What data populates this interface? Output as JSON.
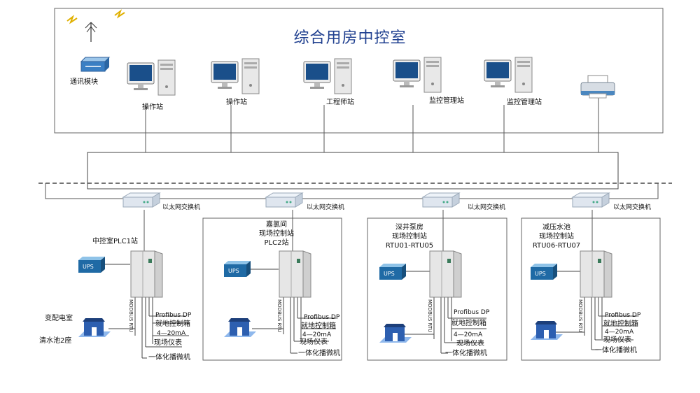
{
  "title": "综合用房中控室",
  "control_room": {
    "comm_module": "通讯模块",
    "workstations": [
      "操作站",
      "操作站",
      "工程师站",
      "监控管理站",
      "监控管理站"
    ]
  },
  "ethernet_switch_label": "以太网交换机",
  "stations": [
    {
      "name_lines": [
        "中控室PLC1站"
      ],
      "comm_label": "MODBUS RTU",
      "profibus": "Profibus DP",
      "local_box": "就地控制箱",
      "signal": "4—20mA",
      "field_instrument": "现场仪表",
      "broadcaster": "一体化播微机",
      "substation": "变配电室",
      "extra": "清水池2座"
    },
    {
      "name_lines": [
        "嘉氯间",
        "现场控制站",
        "PLC2站"
      ],
      "comm_label": "MODBUS RTU",
      "profibus": "Profibus DP",
      "local_box": "就地控制箱",
      "signal": "4—20mA",
      "field_instrument": "现场仪表",
      "broadcaster": "一体化播微机"
    },
    {
      "name_lines": [
        "深井泵房",
        "现场控制站",
        "RTU01-RTU05"
      ],
      "comm_label": "MODBUS RTU",
      "profibus": "Profibus DP",
      "local_box": "就地控制箱",
      "signal": "4—20mA",
      "field_instrument": "现场仪表",
      "broadcaster": "一体化播微机"
    },
    {
      "name_lines": [
        "减压水池",
        "现场控制站",
        "RTU06-RTU07"
      ],
      "comm_label": "MODBUS RTU",
      "profibus": "Profibus DP",
      "local_box": "就地控制箱",
      "signal": "4—20mA",
      "field_instrument": "现场仪表",
      "broadcaster": "一体化播微机"
    }
  ],
  "ups_label": "UPS",
  "colors": {
    "title": "#1f3f8f",
    "monitor": "#1a4f8a",
    "switch": "#dfe6ef",
    "ups": "#1f6aa5",
    "house": "#2d5fb0"
  }
}
